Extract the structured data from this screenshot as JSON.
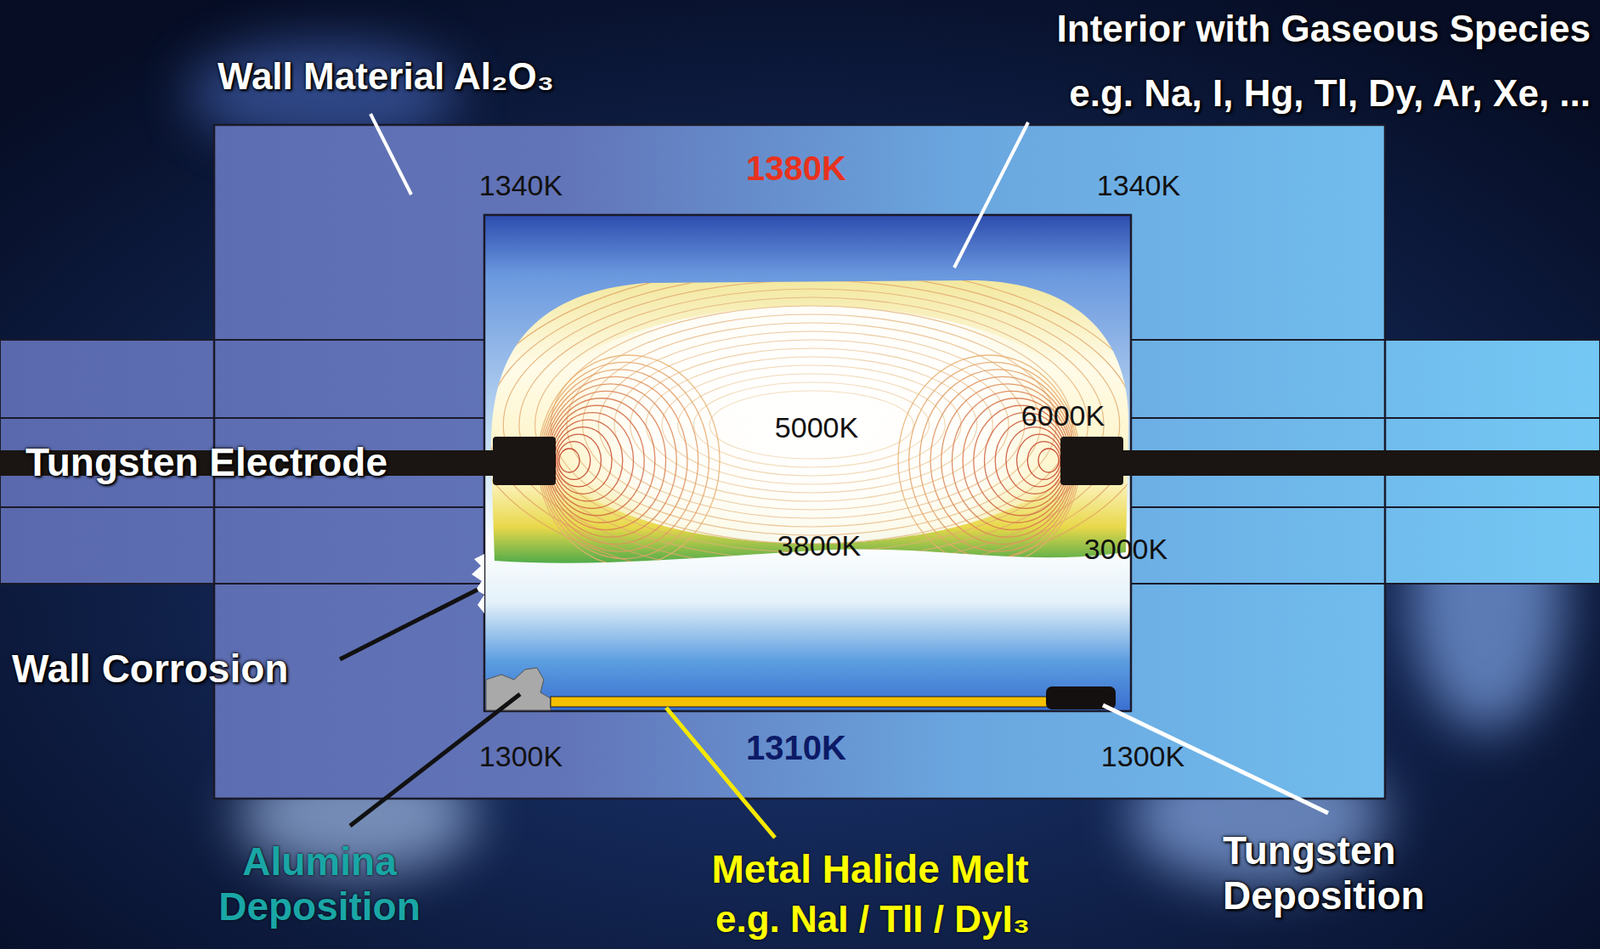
{
  "diagram": {
    "labels": [
      "Interior with Gaseous Species",
      "e.g. Na, I, Hg, Tl, Dy, Ar, Xe, ...",
      "Wall Material Al₂O₃",
      "1340K",
      "1380K",
      "1340K",
      "5000K",
      "6000K",
      "Tungsten Electrode",
      "3800K",
      "3000K",
      "Wall Corrosion",
      "1300K",
      "1310K",
      "1300K",
      "Alumina Deposition",
      "Metal Halide Melt",
      "e.g. NaI / TlI / DyI₃",
      "Tungsten Deposition"
    ]
  }
}
